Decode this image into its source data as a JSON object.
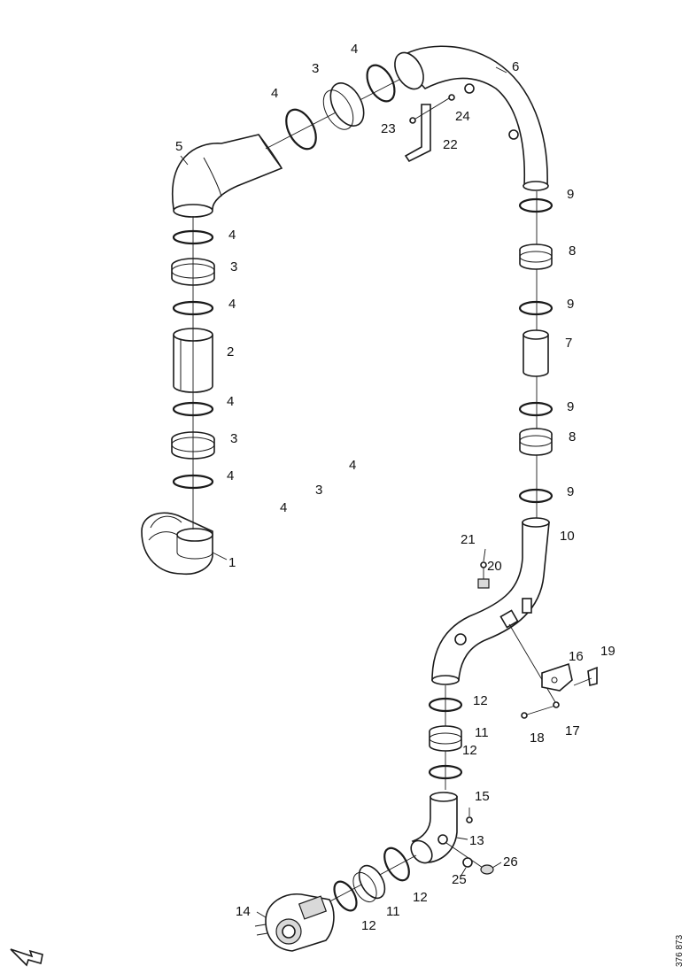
{
  "diagram": {
    "labels": [
      "1",
      "2",
      "3",
      "4",
      "5",
      "6",
      "7",
      "8",
      "9",
      "10",
      "11",
      "12",
      "13",
      "14",
      "15",
      "16",
      "17",
      "18",
      "19",
      "20",
      "21",
      "22",
      "23",
      "24",
      "25",
      "26"
    ],
    "document_number": "376 873",
    "orientation_symbol": "direction-arrow-icon",
    "colors": {
      "line": "#1a1a1a",
      "fill": "#ffffff",
      "shade": "#d9d9d9"
    }
  }
}
